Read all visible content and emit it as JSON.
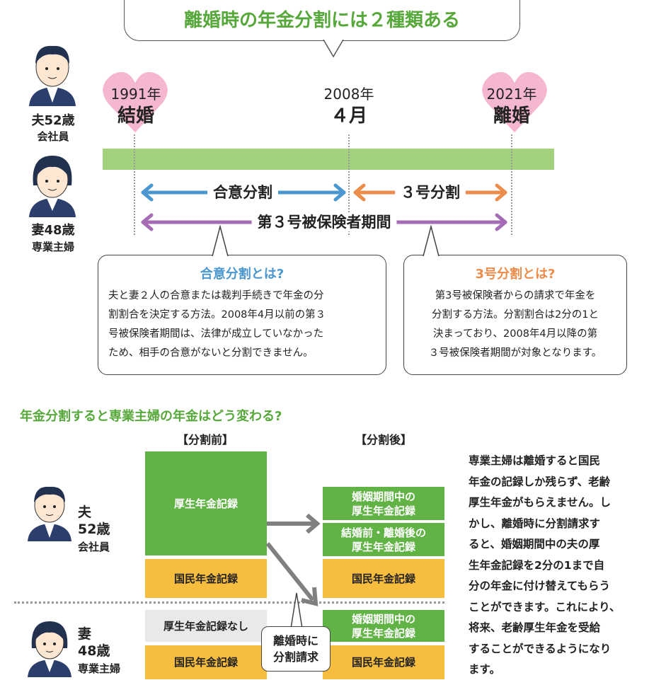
{
  "title": "離婚時の年金分割には２種類ある",
  "people": {
    "husband": {
      "label": "夫52歳",
      "job": "会社員"
    },
    "wife": {
      "label": "妻48歳",
      "job": "専業主婦"
    }
  },
  "timeline": {
    "marriage": {
      "year": "1991年",
      "event": "結婚"
    },
    "reform": {
      "year": "2008年",
      "event": "４月"
    },
    "divorce": {
      "year": "2021年",
      "event": "離婚"
    },
    "arrows": {
      "agreement": "合意分割",
      "no3": "３号分割",
      "period": "第３号被保険者期間"
    }
  },
  "boxes": {
    "agreement": {
      "title": "合意分割とは?",
      "lines": [
        "夫と妻２人の合意または裁判手続きで年金の分",
        "割割合を決定する方法。2008年4月以前の第３",
        "号被保険者期間は、法律が成立していなかった",
        "ため、相手の合意がないと分割できません。"
      ]
    },
    "no3": {
      "title": "3号分割とは?",
      "lines": [
        "第3号被保険者からの請求で年金を",
        "分割する方法。分割割合は2分の1と",
        "決まっており、2008年4月以降の第",
        "３号被保険者期間が対象となります。"
      ]
    }
  },
  "section": {
    "heading": "年金分割すると専業主婦の年金はどう変わる?",
    "before": "【分割前】",
    "after": "【分割後】",
    "husband": {
      "role": "夫",
      "age": "52歳",
      "job": "会社員"
    },
    "wife": {
      "role": "妻",
      "age": "48歳",
      "job": "専業主婦"
    },
    "blocks": {
      "kosei": "厚生年金記録",
      "kokumin": "国民年金記録",
      "marriage_period_1": "婚姻期間中の",
      "marriage_period_2": "厚生年金記録",
      "other_1": "結婚前・離婚後の",
      "other_2": "厚生年金記録",
      "none": "厚生年金記録なし"
    },
    "request_1": "離婚時に",
    "request_2": "分割請求",
    "explanation": [
      "専業主婦は離婚すると国民",
      "年金の記録しか残らず、老齢",
      "厚生年金がもらえません。し",
      "かし、離婚時に分割請求す",
      "ると、婚姻期間中の夫の厚",
      "生年金記録を2分の1まで自",
      "分の年金に付け替えてもらう",
      "ことができます。これにより、",
      "将来、老齢厚生年金を受給",
      "することができるようになり",
      "ます。"
    ]
  },
  "colors": {
    "green": "#62b346",
    "title_green": "#57a83a",
    "bar": "#a3d17c",
    "blue": "#4a97cf",
    "orange": "#ec8c4a",
    "purple": "#a56bb5",
    "pink": "#f4b7cf",
    "yellow": "#f7bd3f"
  }
}
